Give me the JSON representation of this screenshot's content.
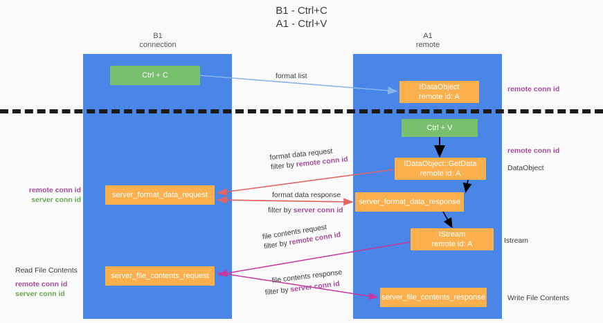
{
  "title": {
    "line1": "B1 - Ctrl+C",
    "line2": "A1 - Ctrl+V"
  },
  "columns": [
    {
      "name": "B1",
      "role": "connection"
    },
    {
      "name": "A1",
      "role": "remote"
    }
  ],
  "nodes": {
    "ctrl_c": {
      "label": "Ctrl + C",
      "sub": "",
      "color": "#78c06e"
    },
    "idataobject": {
      "label": "IDataObject",
      "sub": "remote id: A",
      "color": "#fbb04d"
    },
    "ctrl_v": {
      "label": "Ctrl + V",
      "sub": "",
      "color": "#78c06e"
    },
    "getdata": {
      "label": "IDataObject::GetData",
      "sub": "remote id: A",
      "color": "#fbb04d"
    },
    "format_data_request": {
      "label": "server_format_data_request",
      "sub": "",
      "color": "#fbb04d"
    },
    "format_data_response": {
      "label": "server_format_data_response",
      "sub": "",
      "color": "#fbb04d"
    },
    "istream": {
      "label": "IStream",
      "sub": "remote id: A",
      "color": "#fbb04d"
    },
    "file_contents_request": {
      "label": "server_file_contents_request",
      "sub": "",
      "color": "#fbb04d"
    },
    "file_contents_response": {
      "label": "server_file_contents_response",
      "sub": "",
      "color": "#fbb04d"
    }
  },
  "edges": {
    "format_list": {
      "text": "format list"
    },
    "format_data_request": {
      "text": "format data request",
      "filter_prefix": "filter by ",
      "filter_key": "remote conn id"
    },
    "format_data_response": {
      "text": "format data response",
      "filter_prefix": "filter by ",
      "filter_key": "server conn id"
    },
    "file_contents_request": {
      "text": "file contents request",
      "filter_prefix": "filter by ",
      "filter_key": "remote conn id"
    },
    "file_contents_response": {
      "text": "file contents response",
      "filter_prefix": "filter by ",
      "filter_key": "server conn id"
    }
  },
  "annotations": {
    "remote_conn_id_top": "remote conn id",
    "remote_conn_id_mid": "remote conn id",
    "dataobject": "DataObject",
    "istream": "Istream",
    "write_file_contents": "Write File Contents",
    "read_file_contents": "Read File Contents",
    "left_mid_remote": "remote conn id",
    "left_mid_server": "server conn id",
    "left_bot_remote": "remote conn id",
    "left_bot_server": "server conn id"
  },
  "colors": {
    "lane": "#4a86e8",
    "green_node": "#78c06e",
    "orange_node": "#fbb04d",
    "purple_text": "#a64d9a",
    "green_text": "#6aa84f",
    "arrow_blue": "#9fc5f8",
    "arrow_red": "#e06666",
    "arrow_magenta": "#c9379d",
    "arrow_black": "#000000",
    "separator": "#1a1a1a",
    "background": "#fafafa"
  }
}
